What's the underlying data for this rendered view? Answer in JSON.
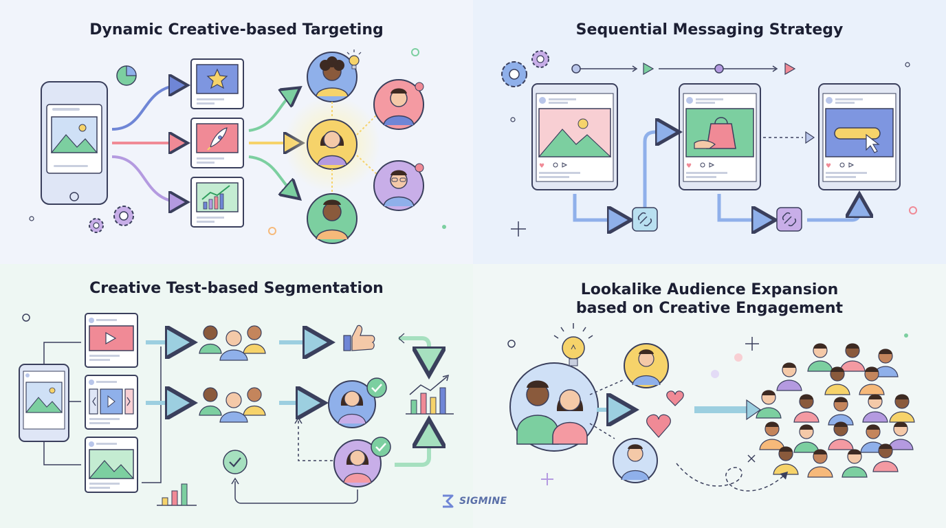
{
  "quadrants": {
    "q1": {
      "title": "Dynamic Creative-based Targeting"
    },
    "q2": {
      "title": "Sequential Messaging Strategy"
    },
    "q3": {
      "title": "Creative Test-based Segmentation"
    },
    "q4": {
      "title_line1": "Lookalike Audience Expansion",
      "title_line2": "based on Creative Engagement"
    }
  },
  "brand": {
    "name": "SIGMINE",
    "color": "#5a6fa8"
  },
  "colors": {
    "outline": "#3a3f5c",
    "blue": "#6f86d6",
    "pink": "#f08a96",
    "green": "#7ccfa0",
    "purple": "#b49ae0",
    "yellow": "#f6d36a",
    "teal_arrow": "#7fb3c9"
  },
  "icons": [
    "star-icon",
    "rocket-icon",
    "growth-chart-icon",
    "gear-icon",
    "lightbulb-icon",
    "link-icon",
    "shopping-bag-icon",
    "cursor-icon",
    "play-icon",
    "thumbs-up-icon",
    "check-icon",
    "heart-icon"
  ]
}
